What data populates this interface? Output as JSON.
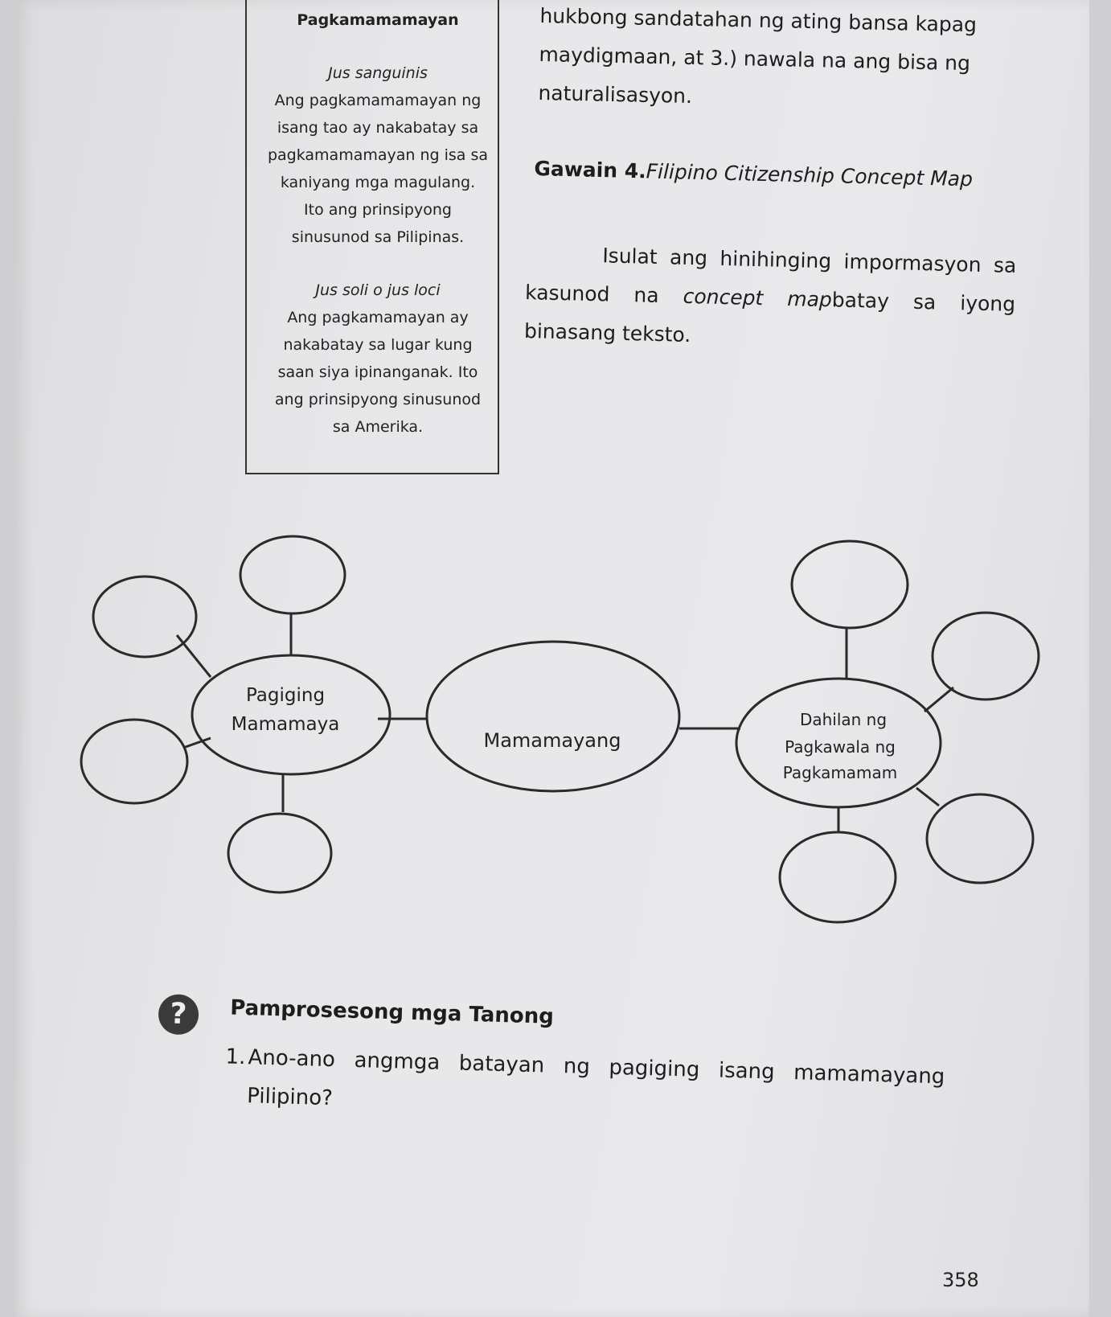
{
  "sidebar_box": {
    "heading": "Pagkamamamayan",
    "jus_sanguinis_title": "Jus sanguinis",
    "jus_sanguinis_body": "Ang pagkamamamayan ng\nisang tao ay nakabatay sa\npagkamamamayan ng isa sa\nkaniyang  mga magulang.\nIto ang prinsipyong\nsinusunod sa Pilipinas.",
    "jus_soli_title": "Jus soli o jus loci",
    "jus_soli_body": "Ang pagkamamayan ay\nnakabatay sa lugar kung\nsaan siya ipinanganak. Ito\nang prinsipyong sinusunod\nsa Amerika."
  },
  "continued_text": "hukbong sandatahan ng ating bansa kapag maydigmaan, at 3.) nawala na ang bisa ng naturalisasyon.",
  "activity": {
    "label": "Gawain 4.",
    "title": "Filipino Citizenship Concept Map",
    "instruction_pre": "Isulat ang hinihinging impormasyon sa kasunod na ",
    "instruction_em": "concept map",
    "instruction_post": "batay sa iyong binasang teksto."
  },
  "concept_map": {
    "center": "Mamamayang",
    "left_node": [
      "Pagiging",
      "Mamamaya"
    ],
    "right_node": [
      "Dahilan ng",
      "Pagkawala ng",
      "Pagkamamam"
    ]
  },
  "questions": {
    "icon": "question-mark-icon",
    "heading": "Pamprosesong mga Tanong",
    "items": [
      {
        "number": "1.",
        "text": "Ano-ano angmga batayan ng pagiging isang mamamayang Pilipino?"
      }
    ]
  },
  "page_number": "358"
}
